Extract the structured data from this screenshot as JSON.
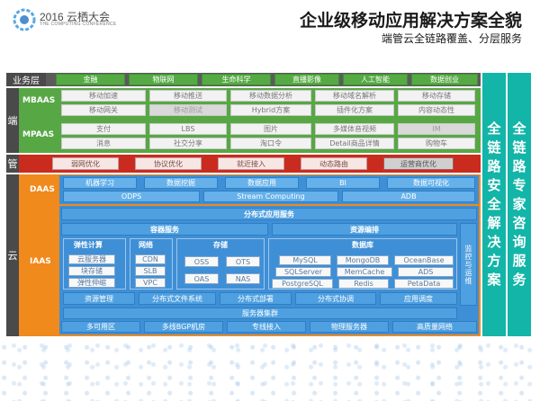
{
  "header": {
    "logo_title": "2016 云栖大会",
    "logo_sub": "THE COMPUTING CONFERENCE",
    "title": "企业级移动应用解决方案全貌",
    "subtitle": "端管云全链路覆盖、分层服务"
  },
  "sides": {
    "business": "业务层",
    "duan": "端",
    "guan": "管",
    "yun": "云"
  },
  "business_items": [
    "金融",
    "物联网",
    "生命科学",
    "直播影像",
    "人工智能",
    "数据创业"
  ],
  "mbaas": {
    "label": "MBAAS",
    "row1": [
      "移动加速",
      "移动推送",
      "移动数据分析",
      "移动域名解析",
      "移动存储"
    ],
    "row2": [
      "移动网关",
      "移动测试",
      "Hybrid方案",
      "插件化方案",
      "内容动态性"
    ]
  },
  "mpaas": {
    "label": "MPAAS",
    "row1": [
      "支付",
      "LBS",
      "图片",
      "多媒体音视频",
      "IM"
    ],
    "row2": [
      "消息",
      "社交分享",
      "淘口令",
      "Detail商品详情",
      "购物车"
    ]
  },
  "pipe_items": [
    "弱网优化",
    "协议优化",
    "就近接入",
    "动态路由",
    "运营商优化"
  ],
  "daas": {
    "label": "DAAS",
    "row1": [
      "机器学习",
      "数据挖掘",
      "数据应用",
      "BI",
      "数据可视化"
    ],
    "row2": [
      "ODPS",
      "Stream Computing",
      "ADB"
    ]
  },
  "iaas": {
    "label": "IAAS",
    "distributed_app": "分布式应用服务",
    "container": "容器服务",
    "orchestration": "资源编排",
    "elastic": {
      "title": "弹性计算",
      "items": [
        "云服务器",
        "块存储",
        "弹性伸缩"
      ]
    },
    "network": {
      "title": "网络",
      "items": [
        "CDN",
        "SLB",
        "VPC"
      ]
    },
    "storage": {
      "title": "存储",
      "items": [
        "OSS",
        "OTS",
        "OAS",
        "NAS"
      ]
    },
    "database": {
      "title": "数据库",
      "items": [
        "MySQL",
        "MongoDB",
        "OceanBase",
        "SQLServer",
        "MemCache",
        "ADS",
        "PostgreSQL",
        "Redis",
        "PetaData"
      ]
    },
    "monitor": "监控与运维",
    "row_mgmt": [
      "资源管理",
      "分布式文件系统",
      "分布式部署",
      "分布式协调",
      "应用调度"
    ],
    "cluster": "服务器集群",
    "bottom": [
      "多可用区",
      "多线BGP机房",
      "专线接入",
      "物理服务器",
      "高质量网络"
    ]
  },
  "right": {
    "security": "全链路安全解决方案",
    "consulting": "全链路专家咨询服务"
  }
}
